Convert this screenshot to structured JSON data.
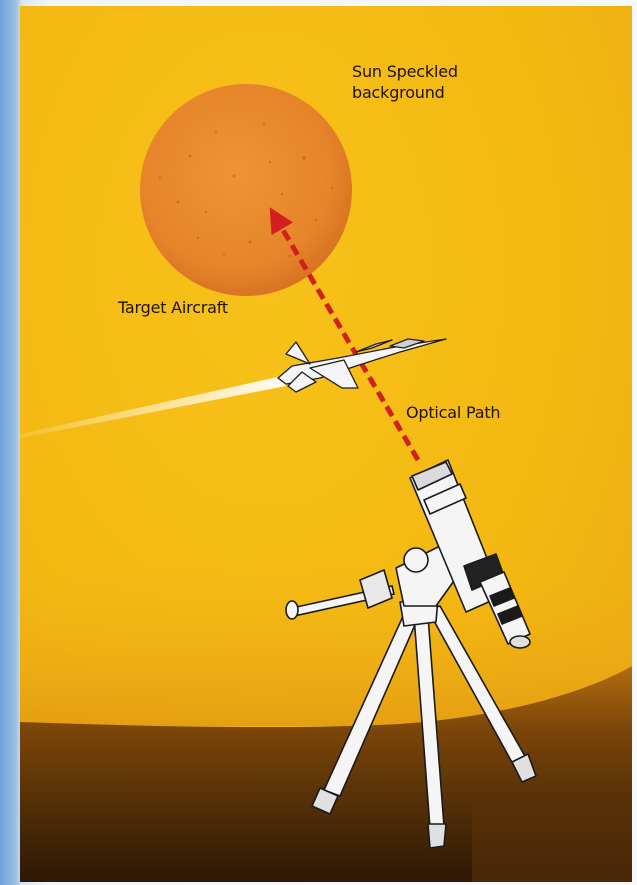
{
  "labels": {
    "sun_line1": "Sun Speckled",
    "sun_line2": "background",
    "target_aircraft": "Target Aircraft",
    "optical_path": "Optical Path"
  },
  "colors": {
    "sky": "#f4b812",
    "sun": "#e88b2e",
    "optical_path": "#d21f1f",
    "ground": "#3d2207",
    "frame_blue": "#6fa2d8"
  }
}
